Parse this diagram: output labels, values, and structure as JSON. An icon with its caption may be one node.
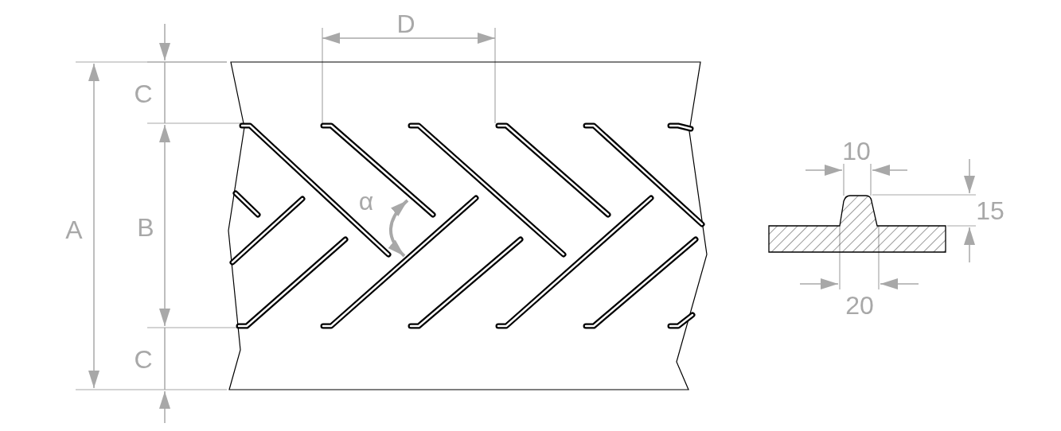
{
  "diagram": {
    "labels": [
      "D",
      "C",
      "10",
      "α",
      "15",
      "A",
      "B",
      "20",
      "C"
    ]
  }
}
